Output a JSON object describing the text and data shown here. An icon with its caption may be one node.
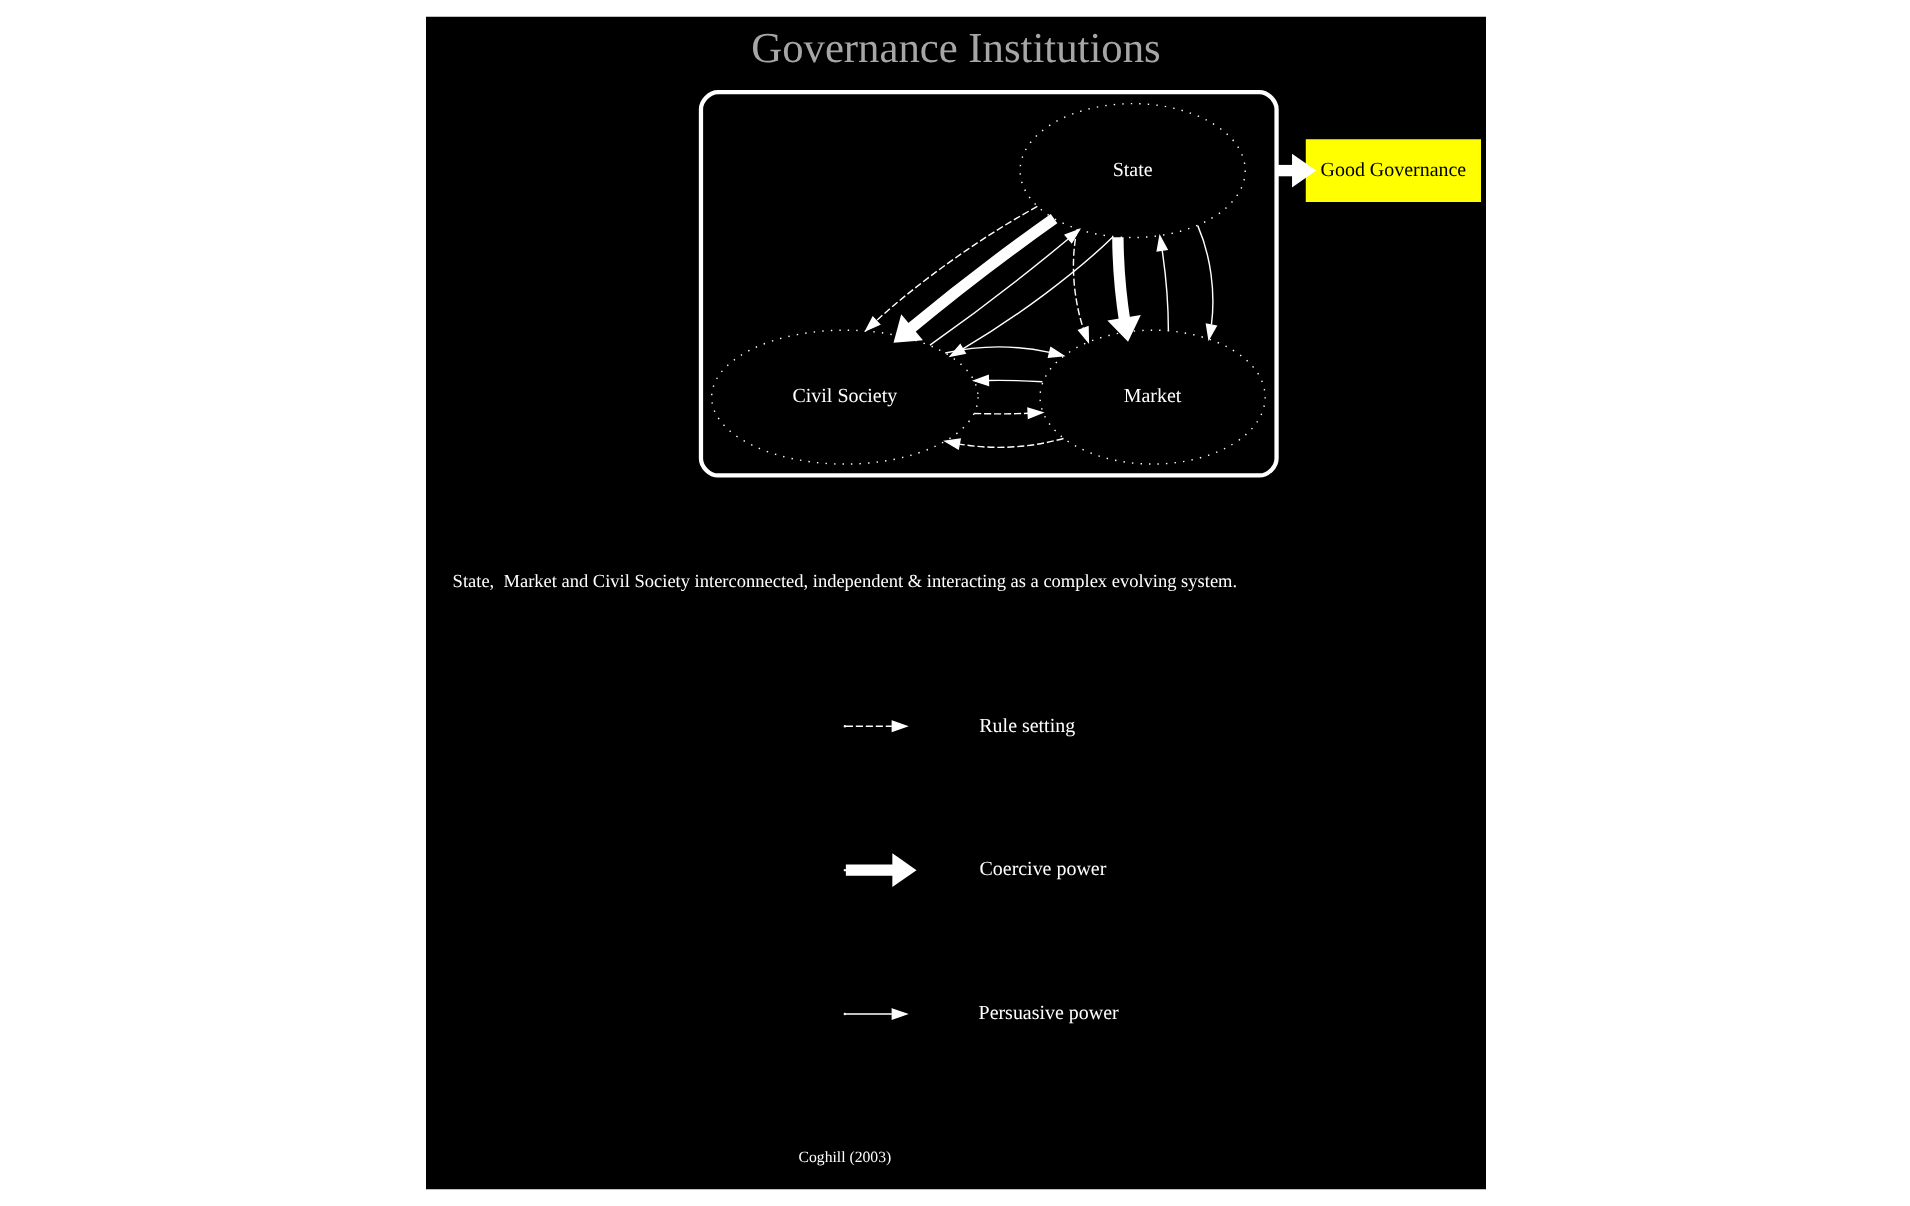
{
  "diagram": {
    "title": "Governance Institutions",
    "nodes": [
      {
        "text": [],
        "shape": "ellipse"
      },
      {
        "text": [
          "State"
        ],
        "in": 0
      },
      {
        "text": [
          "Civil Society"
        ],
        "in": 0
      },
      {
        "text": [
          "Market"
        ],
        "in": 0
      },
      {
        "text": [
          "Good Governance"
        ]
      }
    ],
    "edges": [
      {
        "from": 1,
        "to": 2,
        "arrow": "to",
        "style": "dashed"
      },
      {
        "from": 1,
        "to": 2,
        "arrow": "to",
        "style": "thick"
      },
      {
        "from": 2,
        "to": 1,
        "arrow": "to"
      },
      {
        "from": 1,
        "to": 2,
        "arrow": "to"
      },
      {
        "from": 1,
        "to": 3,
        "arrow": "to",
        "style": "dashed"
      },
      {
        "from": 1,
        "to": 3,
        "arrow": "to",
        "style": "thick"
      },
      {
        "from": 3,
        "to": 1,
        "arrow": "to"
      },
      {
        "from": 1,
        "to": 3,
        "arrow": "to"
      },
      {
        "from": 3,
        "to": 2,
        "arrow": "to",
        "style": "dashed"
      },
      {
        "from": 2,
        "to": 3,
        "arrow": "to",
        "style": "dashed"
      },
      {
        "from": 3,
        "to": 2,
        "arrow": "to"
      },
      {
        "from": 2,
        "to": 3,
        "arrow": "to"
      },
      {
        "from": 0,
        "to": 4,
        "arrow": "to",
        "style": "thick"
      }
    ],
    "labels": [
      "State,  Market and Civil Society interconnected, independent & interacting as a complex evolving system.",
      "Coghill (2003)"
    ],
    "legend": [
      {
        "text": "Rule setting"
      },
      {
        "text": "Coercive power"
      },
      {
        "text": "Persuasive power"
      }
    ]
  }
}
